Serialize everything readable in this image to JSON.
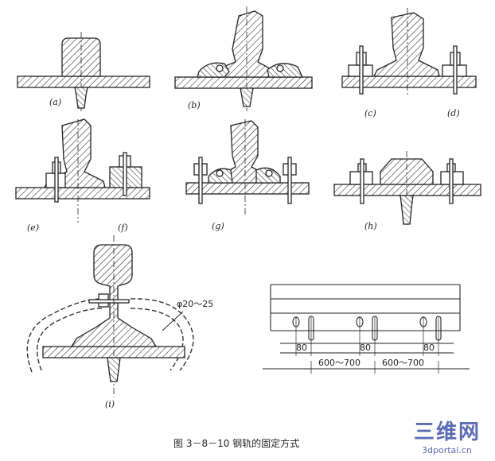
{
  "figure": {
    "caption": "图 3－8－10   钢轨的固定方式",
    "subfigure_labels": [
      "(a)",
      "(b)",
      "(c)",
      "(d)",
      "(e)",
      "(f)",
      "(g)",
      "(h)",
      "(i)"
    ],
    "annotations": {
      "bolt_diameter": "φ20～25",
      "hole_spacing": "80",
      "pitch": "600～700"
    }
  },
  "watermark": {
    "logo_text": "三维网",
    "site": "3dportal.cn",
    "color": "#5b6eb5"
  }
}
